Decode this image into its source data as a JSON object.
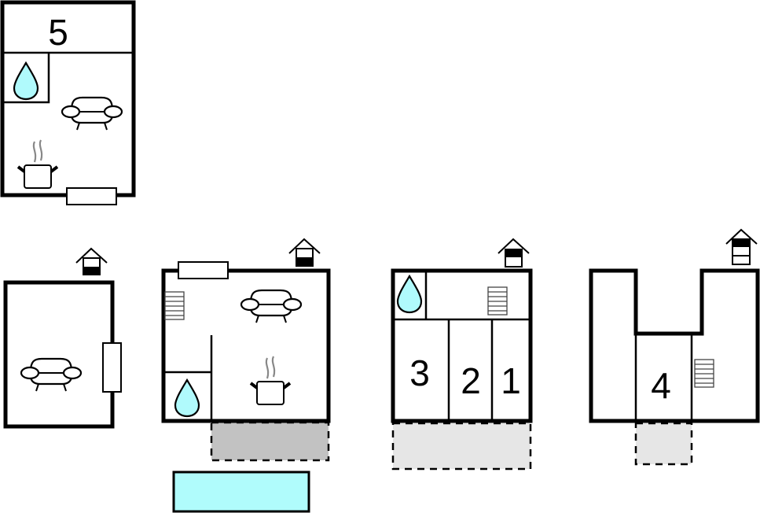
{
  "diagram": {
    "type": "floor-plan",
    "colors": {
      "wall": "#000000",
      "water": "#b0fafc",
      "pool": "#b0fcfc",
      "terrace_covered": "#c2c2c2",
      "terrace_open": "#e6e6e6",
      "steam": "#888888"
    },
    "blocks": [
      {
        "id": "upper-floor-block",
        "room_label": "5",
        "icons": [
          "bathroom-drop-icon",
          "sofa-icon",
          "kitchen-pot-icon",
          "window-icon"
        ]
      },
      {
        "id": "annex-block",
        "floor_indicator": "ground floor (bottom level filled)",
        "icons": [
          "sofa-icon",
          "window-icon"
        ]
      },
      {
        "id": "main-ground-block",
        "floor_indicator": "ground floor (bottom level filled)",
        "icons": [
          "window-icon",
          "stairs-icon",
          "sofa-icon",
          "kitchen-pot-icon",
          "bathroom-drop-icon"
        ],
        "terrace": "covered"
      },
      {
        "id": "bedroom-block",
        "floor_indicator": "upper floor (top level filled)",
        "room_labels": [
          "3",
          "2",
          "1"
        ],
        "icons": [
          "bathroom-drop-icon",
          "stairs-icon"
        ],
        "terrace": "open"
      },
      {
        "id": "u-shaped-block",
        "floor_indicator": "top floor of three (top level filled)",
        "room_labels": [
          "4"
        ],
        "icons": [
          "stairs-icon"
        ],
        "terrace": "open"
      }
    ],
    "pool": {
      "label": "pool"
    }
  },
  "labels": {
    "room5": "5",
    "room3": "3",
    "room2": "2",
    "room1": "1",
    "room4": "4"
  }
}
